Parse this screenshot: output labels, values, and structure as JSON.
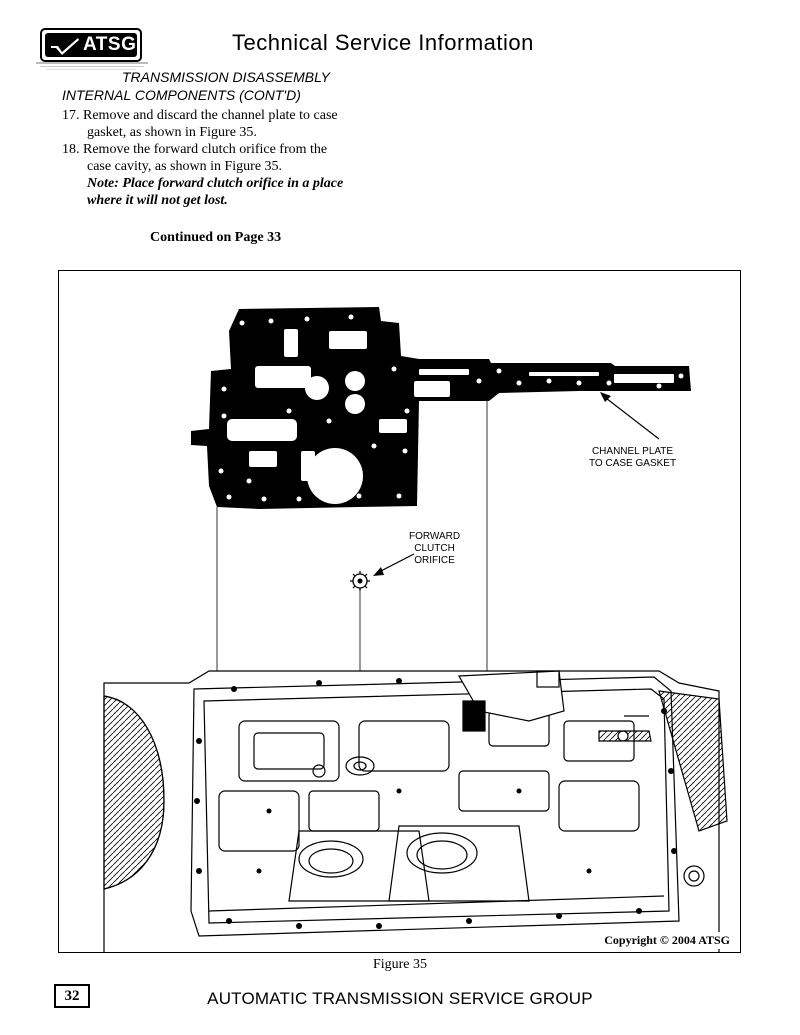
{
  "header": {
    "logo_text": "ATSG",
    "title": "Technical Service Information"
  },
  "section": {
    "heading": "TRANSMISSION DISASSEMBLY",
    "subheading": "INTERNAL COMPONENTS (CONT'D)"
  },
  "steps": [
    {
      "line1": "17. Remove and discard the channel plate to case",
      "line2": "gasket, as shown in Figure 35."
    },
    {
      "line1": "18. Remove the forward clutch orifice from the",
      "line2": "case cavity, as shown in Figure 35."
    }
  ],
  "note": {
    "line1": "Note: Place forward clutch orifice in a place",
    "line2": "where it will not get lost."
  },
  "continued": "Continued on Page 33",
  "figure": {
    "callout_gasket": [
      "CHANNEL PLATE",
      "TO CASE GASKET"
    ],
    "callout_orifice": [
      "FORWARD",
      "CLUTCH",
      "ORIFICE"
    ],
    "copyright": "Copyright © 2004 ATSG",
    "caption": "Figure 35"
  },
  "footer": {
    "page_number": "32",
    "org": "AUTOMATIC TRANSMISSION SERVICE GROUP"
  }
}
